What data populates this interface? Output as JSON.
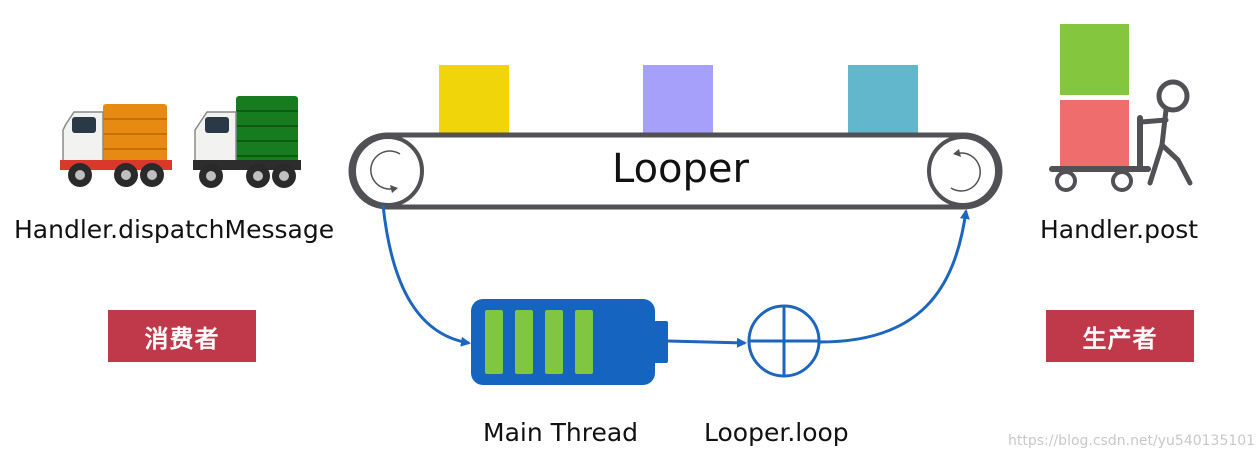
{
  "looper": {
    "label": "Looper"
  },
  "consumer": {
    "method": "Handler.dispatchMessage",
    "badge": "消费者"
  },
  "producer": {
    "method": "Handler.post",
    "badge": "生产者"
  },
  "main_thread": {
    "label": "Main Thread"
  },
  "loop": {
    "label": "Looper.loop"
  },
  "watermark": {
    "text": "https://blog.csdn.net/yu540135101"
  },
  "messages": [
    {
      "color": "#efd50a"
    },
    {
      "color": "#a7a0fb"
    },
    {
      "color": "#62b7cc"
    }
  ],
  "colors": {
    "belt_stroke": "#505055",
    "arrow": "#1c66be",
    "battery": "#1565c0",
    "battery_cell": "#80c641",
    "badge": "#c0394b",
    "box_top": "#84c63e",
    "box_bottom": "#ef6d6d"
  }
}
